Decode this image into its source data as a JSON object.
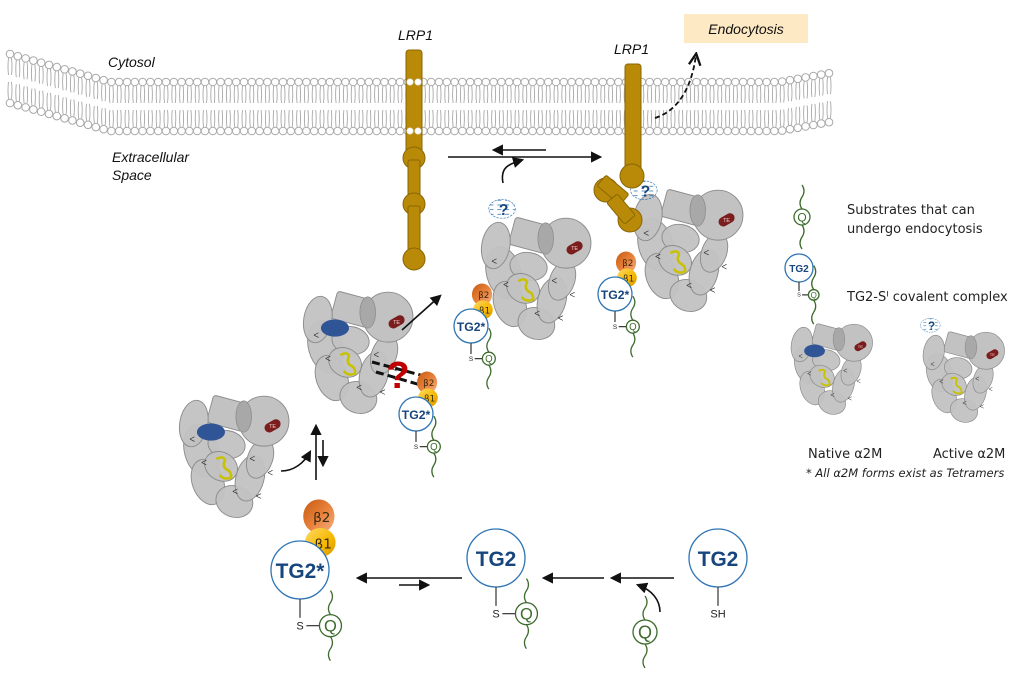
{
  "figure": {
    "labels": {
      "cytosol": "Cytosol",
      "extracellular_line1": "Extracellular",
      "extracellular_line2": "Space",
      "lrp1_left": "LRP1",
      "lrp1_right": "LRP1",
      "endocytosis": "Endocytosis"
    },
    "colors": {
      "lrp1": "#b88a07",
      "lrp1_stroke": "#8a6605",
      "membrane": "#a8a8a8",
      "a2m_gray": "#c2c2c2",
      "a2m_stroke": "#8c8c8c",
      "bait_blue": "#2f5597",
      "te_red": "#7b1d1d",
      "thioester_yellow": "#c9c200",
      "tg2_blue": "#2e75b6",
      "tg2_text": "#17457d",
      "substrate_green": "#3d6b2d",
      "beta2_orange": "#e07a30",
      "beta1_yellow": "#f2b705",
      "question_red": "#c00000",
      "question_blue": "#1f3c7a",
      "endocytosis_bg": "#fde9c3"
    },
    "species": {
      "tg2_label": "TG2",
      "tg2_active_label": "TG2*",
      "sh_label": "SH",
      "s_label": "S",
      "q_label": "Q",
      "beta1_label": "β1",
      "beta2_label": "β2",
      "te_label": "TE",
      "unknown_mark": "?"
    }
  },
  "legend": {
    "substrate_line1": "Substrates that can",
    "substrate_line2": "undergo endocytosis",
    "complex_label": "TG2-Sᴵ covalent complex",
    "native_label": "Native α2M",
    "active_label": "Active α2M",
    "note": "* All α2M forms exist as Tetramers"
  }
}
